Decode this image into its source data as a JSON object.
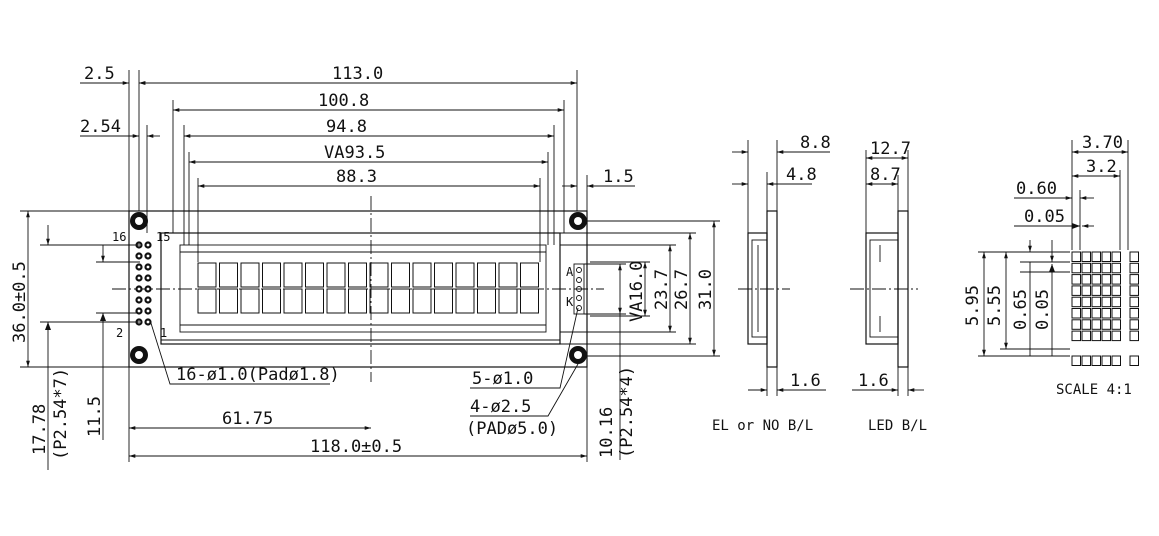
{
  "front_view": {
    "dims_top": [
      "2.5",
      "113.0",
      "100.8",
      "2.54",
      "94.8",
      "VA93.5",
      "1.5",
      "88.3"
    ],
    "dims_left": [
      "36.0±0.5",
      "17.78",
      "(P2.54*7)",
      "11.5"
    ],
    "dims_right": [
      "VA16.0",
      "23.7",
      "26.7",
      "31.0"
    ],
    "dims_bottom": [
      "61.75",
      "118.0±0.5",
      "10.16",
      "(P2.54*4)"
    ],
    "pin_labels": [
      "16",
      "15",
      "2",
      "1",
      "A",
      "K"
    ],
    "callouts": [
      "16-ø1.0(Padø1.8)",
      "5-ø1.0",
      "4-ø2.5",
      "(PADø5.0)"
    ]
  },
  "side_views": [
    {
      "caption": "EL or NO B/L",
      "dims": [
        "8.8",
        "4.8",
        "1.6"
      ]
    },
    {
      "caption": "LED B/L",
      "dims": [
        "12.7",
        "8.7",
        "1.6"
      ]
    }
  ],
  "dot_detail": {
    "dims": [
      "3.70",
      "3.2",
      "0.60",
      "0.05",
      "5.95",
      "5.55",
      "0.65",
      "0.05"
    ],
    "scale": "SCALE 4:1"
  }
}
